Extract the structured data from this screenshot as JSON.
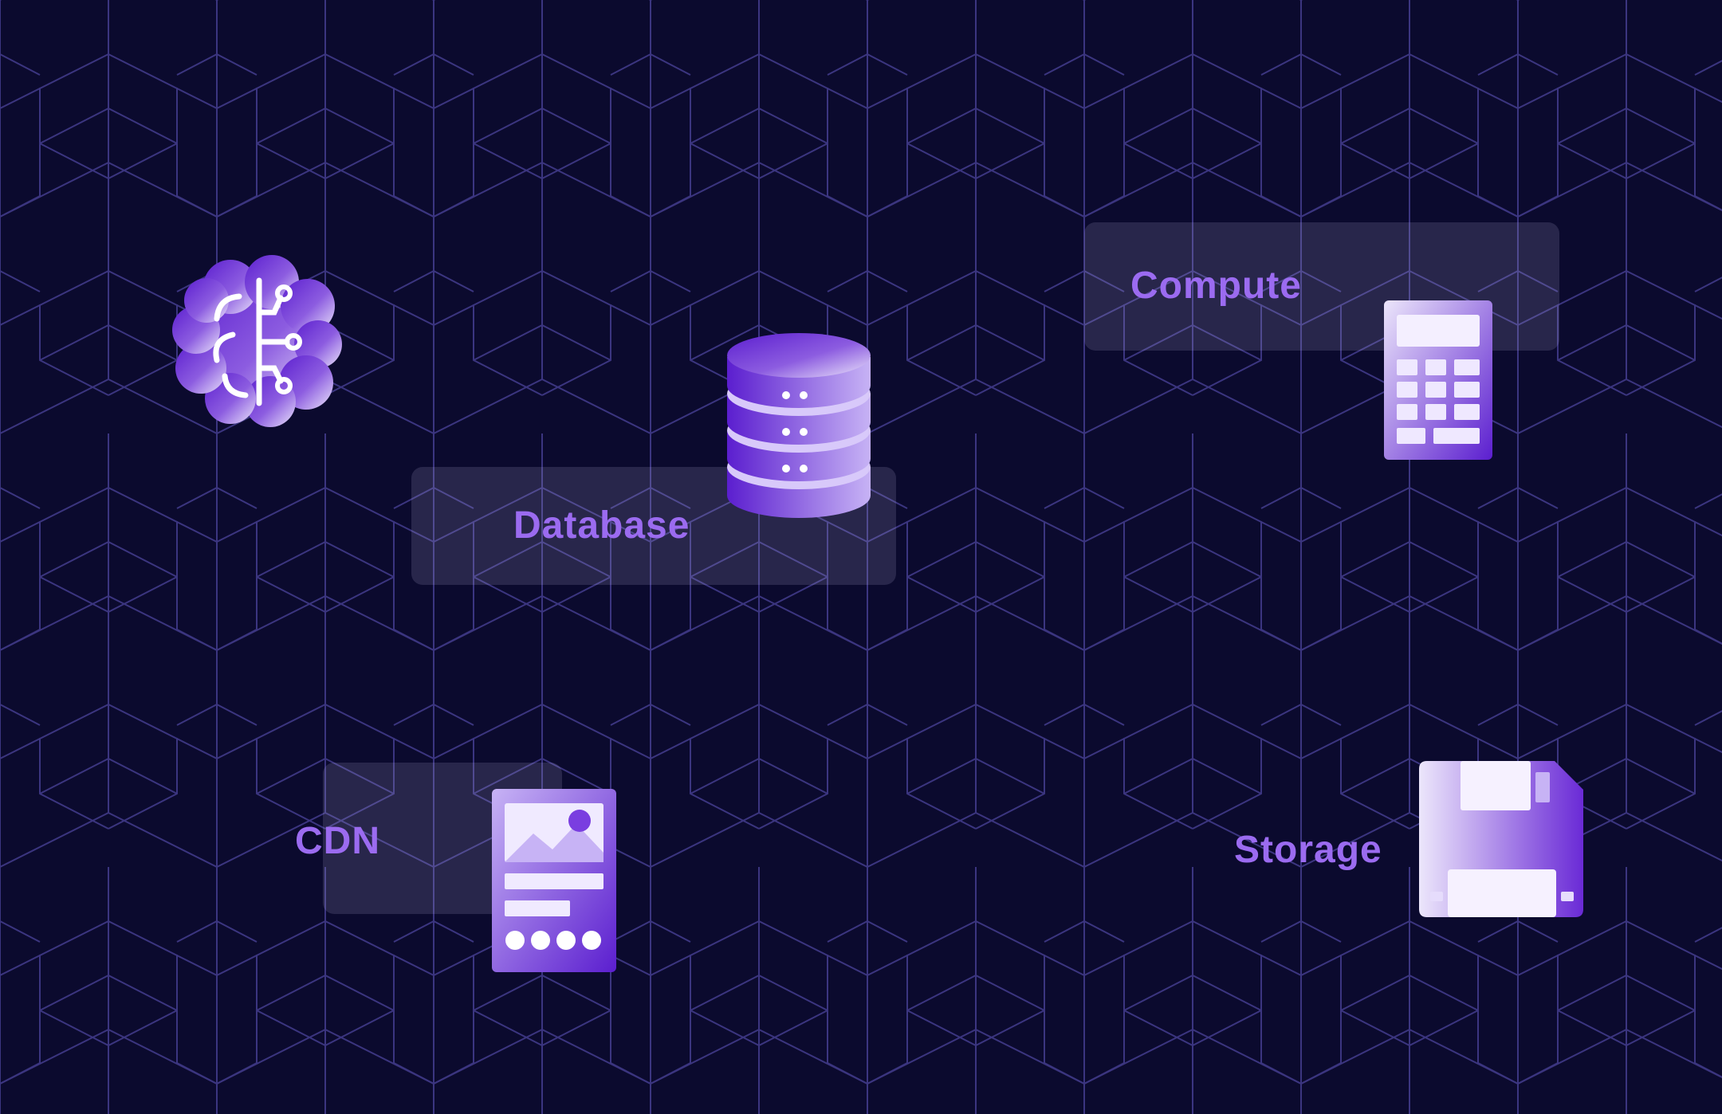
{
  "colors": {
    "background": "#0b0a2e",
    "pattern_line": "#3b3580",
    "label": "#9b6bf0",
    "icon_dark": "#5b1ecf",
    "icon_light": "#ece6fb"
  },
  "services": {
    "ai": {
      "icon": "brain-circuit-icon"
    },
    "database": {
      "label": "Database",
      "icon": "database-stack-icon"
    },
    "compute": {
      "label": "Compute",
      "icon": "calculator-icon"
    },
    "cdn": {
      "label": "CDN",
      "icon": "web-page-icon"
    },
    "storage": {
      "label": "Storage",
      "icon": "floppy-disk-icon"
    }
  }
}
